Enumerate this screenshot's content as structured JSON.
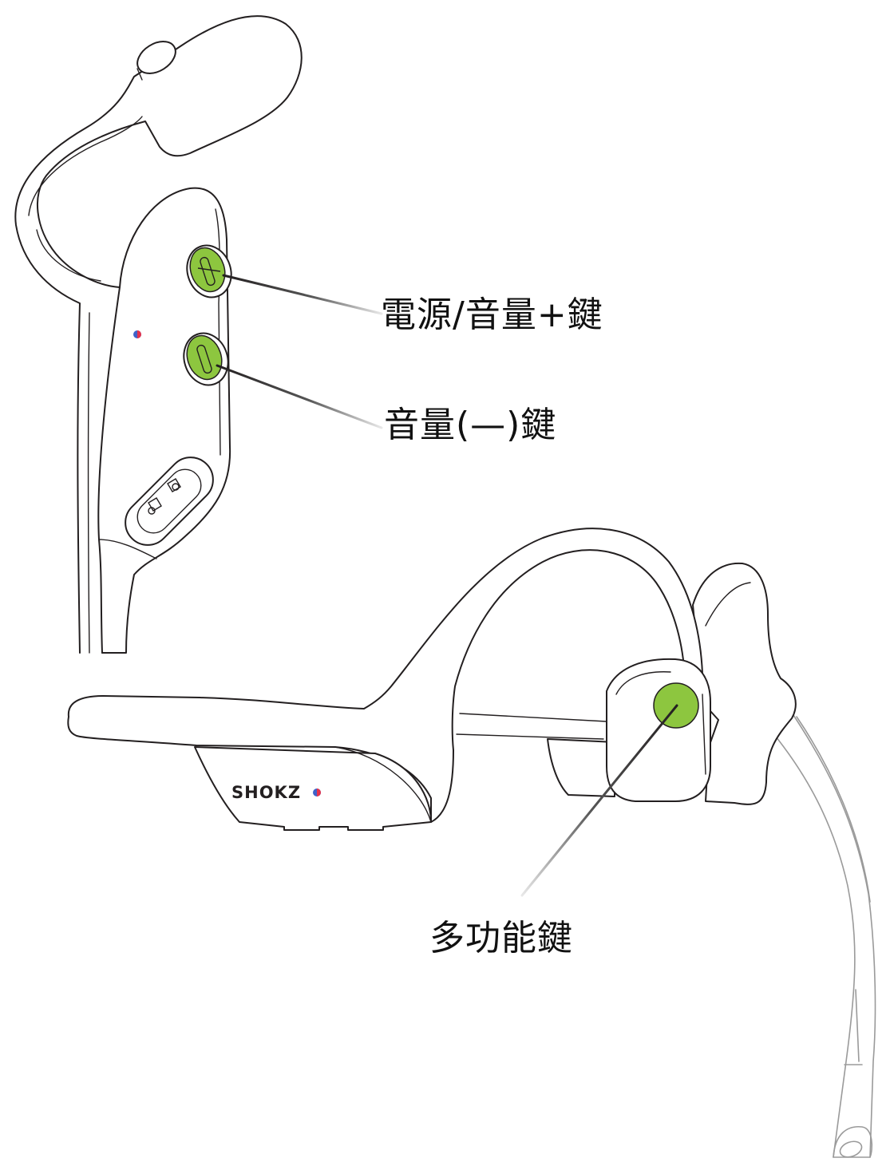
{
  "brand": {
    "logo_text": "SHOKZ",
    "dot_colors": {
      "left": "#3f62c9",
      "right": "#e5324b"
    }
  },
  "colors": {
    "button_fill": "#8dc63f",
    "outline": "#231f20",
    "background": "#ffffff"
  },
  "callouts": [
    {
      "id": "power-volume-up",
      "label": "電源/音量+鍵",
      "target": "volume-plus-button"
    },
    {
      "id": "volume-down",
      "label": "音量(—)鍵",
      "target": "volume-minus-button"
    },
    {
      "id": "multifunction",
      "label": "多功能鍵",
      "target": "multifunction-button"
    }
  ]
}
